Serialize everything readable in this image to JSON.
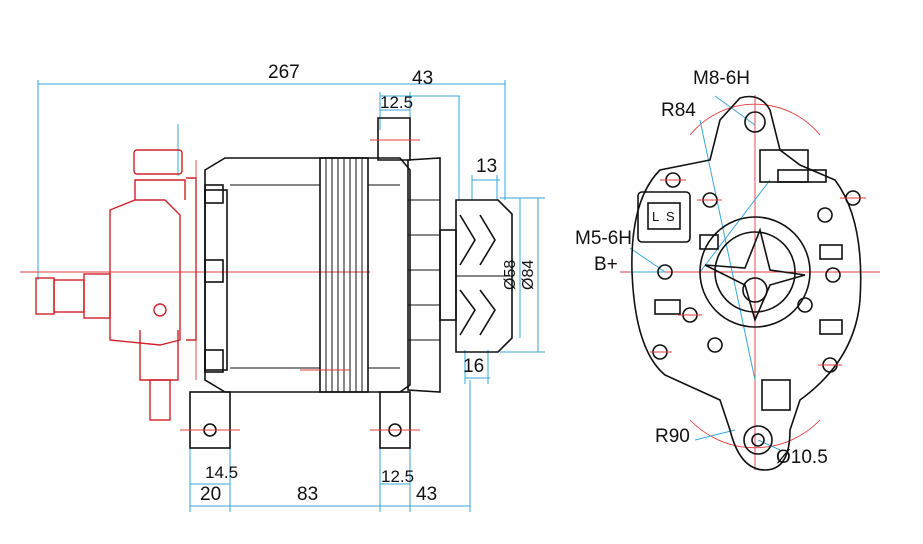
{
  "side_view": {
    "overall_length": "267",
    "pulley_offset_top": "43",
    "flange_top": "12.5",
    "pulley_width": "13",
    "pulley_dia_inner": "Ø58",
    "pulley_dia_outer": "Ø84",
    "pulley_offset_bottom": "16",
    "foot_height": "14.5",
    "foot_left": "20",
    "foot_span": "83",
    "foot_width": "12.5",
    "pulley_offset_base": "43"
  },
  "end_view": {
    "top_thread": "M8-6H",
    "top_radius": "R84",
    "terminal_thread": "M5-6H",
    "terminal_label": "B+",
    "bottom_radius": "R90",
    "bottom_hole": "Ø10.5",
    "connector_label_l": "L",
    "connector_label_s": "S"
  },
  "colors": {
    "outline": "#111111",
    "dimension": "#3aa6d8",
    "vacuum_pump": "#d0222a"
  }
}
